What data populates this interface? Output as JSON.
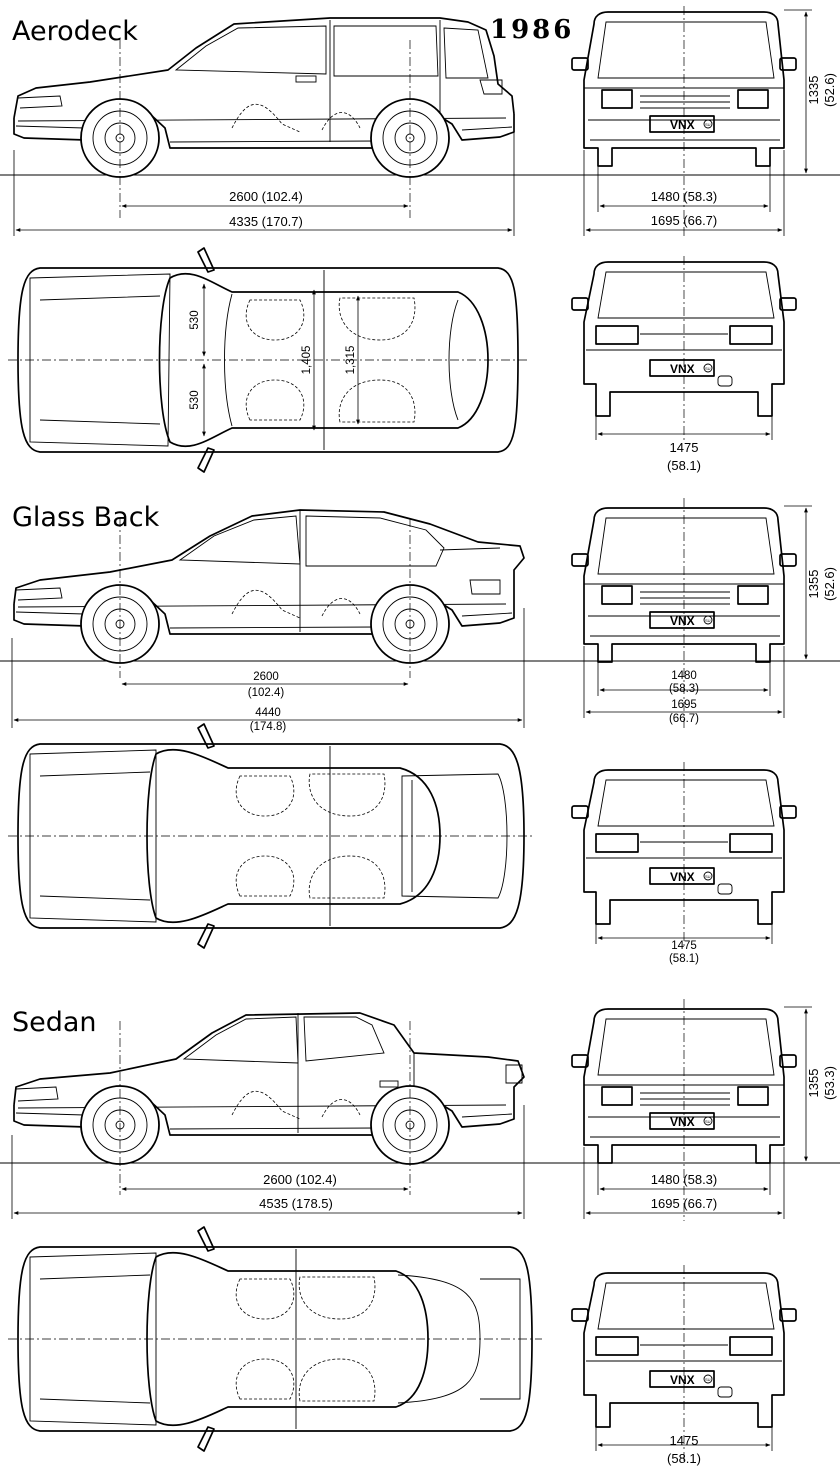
{
  "year": "1986",
  "plate_text": "VNX",
  "plate_seal": "SU",
  "sections": [
    {
      "id": "aerodeck",
      "title": "Aerodeck",
      "side_wheelbase": "2600 (102.4)",
      "side_length": "4335 (170.7)",
      "front_height_mm": "1335",
      "front_height_in": "(52.6)",
      "front_track": "1480 (58.3)",
      "front_width": "1695 (66.7)",
      "top_dims": [
        "530",
        "530",
        "1,405",
        "1,315"
      ],
      "rear_track_mm": "1475",
      "rear_track_in": "(58.1)"
    },
    {
      "id": "glassback",
      "title": "Glass Back",
      "side_wheelbase_mm": "2600",
      "side_wheelbase_in": "(102.4)",
      "side_length_mm": "4440",
      "side_length_in": "(174.8)",
      "front_height_mm": "1355",
      "front_height_in": "(52.6)",
      "front_track_mm": "1480",
      "front_track_in": "(58.3)",
      "front_width_mm": "1695",
      "front_width_in": "(66.7)",
      "rear_track_mm": "1475",
      "rear_track_in": "(58.1)"
    },
    {
      "id": "sedan",
      "title": "Sedan",
      "side_wheelbase": "2600 (102.4)",
      "side_length": "4535 (178.5)",
      "front_height_mm": "1355",
      "front_height_in": "(53.3)",
      "front_track": "1480 (58.3)",
      "front_width": "1695 (66.7)",
      "rear_track_mm": "1475",
      "rear_track_in": "(58.1)"
    }
  ]
}
